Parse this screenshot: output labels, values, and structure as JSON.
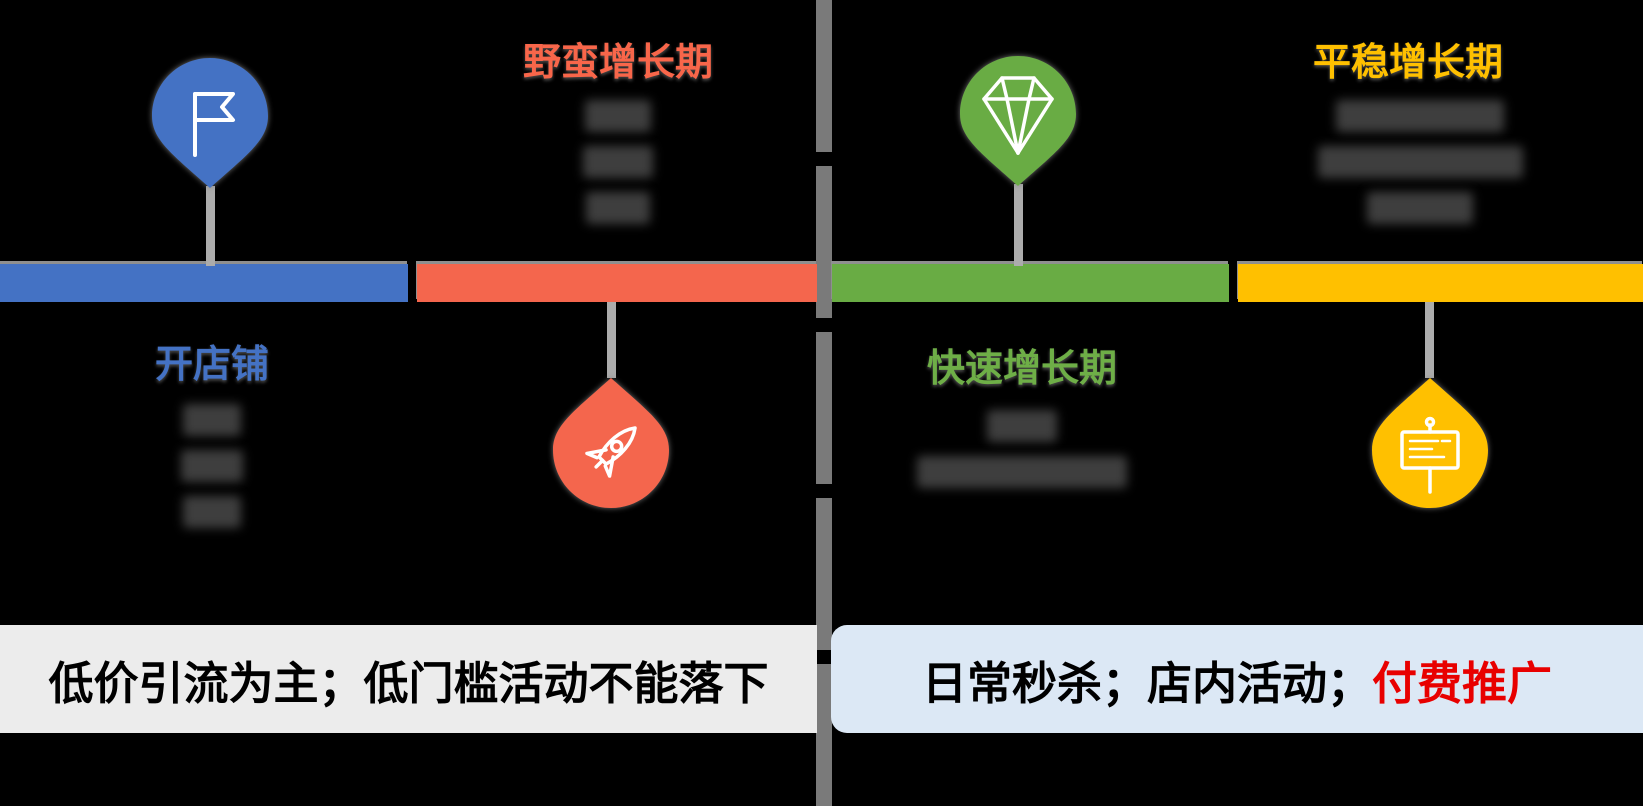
{
  "background_color": "#000000",
  "divider_color": "#7a7a7a",
  "timeline": {
    "segment_colors": {
      "blue": "#4472C4",
      "red": "#F4664D",
      "green": "#69AC44",
      "yellow": "#FFC000"
    }
  },
  "phases": [
    {
      "title": "开店铺",
      "color": "#4472C4",
      "icon": "flag-icon",
      "marker_position": "above-bar",
      "redacted_line_widths": [
        58,
        62,
        58
      ]
    },
    {
      "title": "野蛮增长期",
      "color": "#F8664A",
      "icon": "rocket-icon",
      "marker_position": "below-bar",
      "redacted_line_widths": [
        66,
        70,
        64
      ]
    },
    {
      "title": "快速增长期",
      "color": "#6EAE47",
      "icon": "gem-icon",
      "marker_position": "above-bar",
      "redacted_line_widths": [
        70,
        210
      ]
    },
    {
      "title": "平稳增长期",
      "color": "#FFC000",
      "icon": "sign-icon",
      "marker_position": "below-bar",
      "redacted_line_widths": [
        168,
        205,
        106
      ]
    }
  ],
  "banners": {
    "left": {
      "text": "低价引流为主；低门槛活动不能落下",
      "bg": "#ECECEC",
      "text_color": "#000000"
    },
    "right": {
      "text_black": "日常秒杀；店内活动；",
      "text_red": "付费推广",
      "bg": "#DCE8F5",
      "black_color": "#000000",
      "red_color": "#E80000"
    }
  }
}
